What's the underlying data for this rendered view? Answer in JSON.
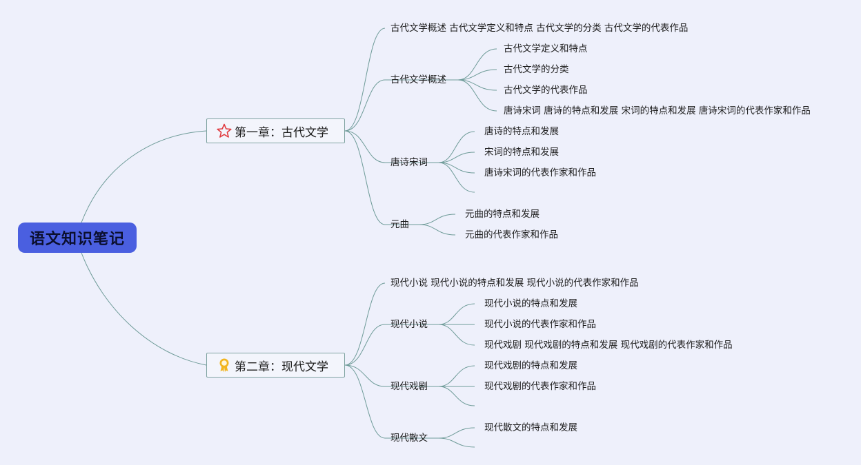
{
  "root": {
    "title": "语文知识笔记"
  },
  "chapters": [
    {
      "title": "第一章：古代文学",
      "icon": "star-icon",
      "topics": [
        {
          "label": "古代文学概述 古代文学定义和特点 古代文学的分类 古代文学的代表作品",
          "children": []
        },
        {
          "label": "古代文学概述",
          "children": [
            "古代文学定义和特点",
            "古代文学的分类",
            "古代文学的代表作品",
            "唐诗宋词 唐诗的特点和发展 宋词的特点和发展 唐诗宋词的代表作家和作品"
          ]
        },
        {
          "label": "唐诗宋词",
          "children": [
            "唐诗的特点和发展",
            "宋词的特点和发展",
            "唐诗宋词的代表作家和作品",
            ""
          ]
        },
        {
          "label": "元曲",
          "children": [
            "元曲的特点和发展",
            "元曲的代表作家和作品"
          ]
        }
      ]
    },
    {
      "title": "第二章：现代文学",
      "icon": "award-ribbon-icon",
      "topics": [
        {
          "label": "现代小说 现代小说的特点和发展 现代小说的代表作家和作品",
          "children": []
        },
        {
          "label": "现代小说",
          "children": [
            "现代小说的特点和发展",
            "现代小说的代表作家和作品",
            "现代戏剧 现代戏剧的特点和发展 现代戏剧的代表作家和作品"
          ]
        },
        {
          "label": "现代戏剧",
          "children": [
            "现代戏剧的特点和发展",
            "现代戏剧的代表作家和作品",
            ""
          ]
        },
        {
          "label": "现代散文",
          "children": [
            "现代散文的特点和发展",
            ""
          ]
        }
      ]
    }
  ],
  "colors": {
    "background": "#eef0fb",
    "root_fill": "#4a5fe0",
    "connector": "#6e9b98",
    "chapter_border": "#7fa3a1",
    "star": "#e0393e",
    "award": "#f2b51f"
  }
}
